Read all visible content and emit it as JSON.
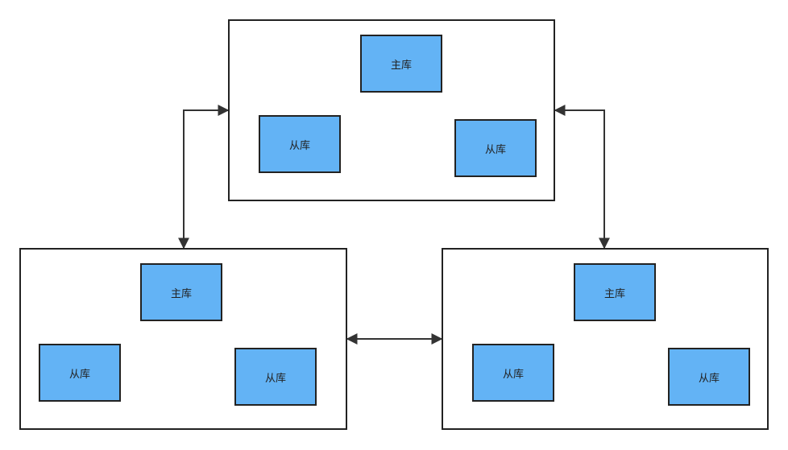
{
  "colors": {
    "node_fill": "#63b3f5",
    "stroke": "#222222",
    "background": "#ffffff"
  },
  "clusters": [
    {
      "master": "主库",
      "slave_left": "从库",
      "slave_right": "从库"
    },
    {
      "master": "主库",
      "slave_left": "从库",
      "slave_right": "从库"
    },
    {
      "master": "主库",
      "slave_left": "从库",
      "slave_right": "从库"
    }
  ]
}
